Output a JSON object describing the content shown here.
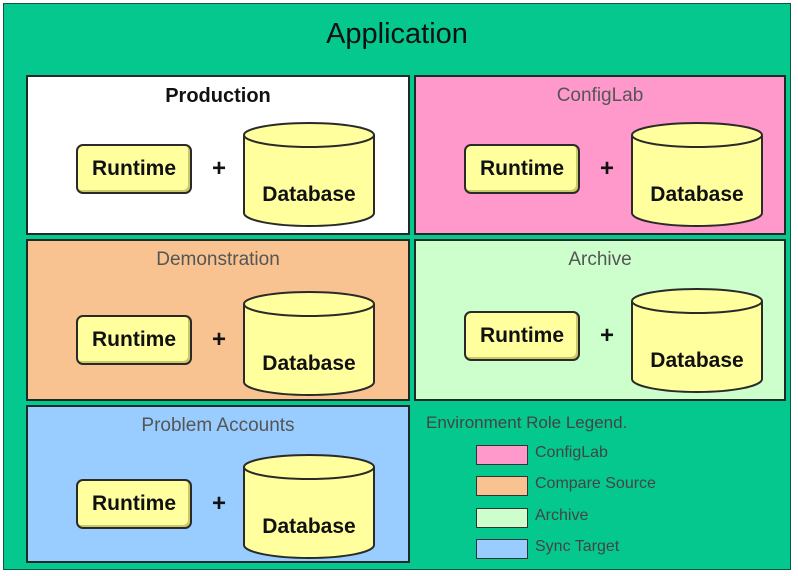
{
  "title": "Application",
  "panels": [
    {
      "name": "Production",
      "runtime": "Runtime",
      "plus": "+",
      "database": "Database"
    },
    {
      "name": "ConfigLab",
      "runtime": "Runtime",
      "plus": "+",
      "database": "Database"
    },
    {
      "name": "Demonstration",
      "runtime": "Runtime",
      "plus": "+",
      "database": "Database"
    },
    {
      "name": "Archive",
      "runtime": "Runtime",
      "plus": "+",
      "database": "Database"
    },
    {
      "name": "Problem Accounts",
      "runtime": "Runtime",
      "plus": "+",
      "database": "Database"
    }
  ],
  "legend": {
    "title": "Environment Role Legend.",
    "items": [
      {
        "label": "ConfigLab",
        "color": "#ff99cc"
      },
      {
        "label": "Compare Source",
        "color": "#f8c291"
      },
      {
        "label": "Archive",
        "color": "#ccffcc"
      },
      {
        "label": "Sync Target",
        "color": "#99ccff"
      }
    ]
  },
  "colors": {
    "background": "#05c88e",
    "production": "#ffffff",
    "configlab": "#ff99cc",
    "demonstration": "#f8c291",
    "archive": "#ccffcc",
    "problem_accounts": "#99ccff",
    "component_fill": "#ffff9e"
  }
}
